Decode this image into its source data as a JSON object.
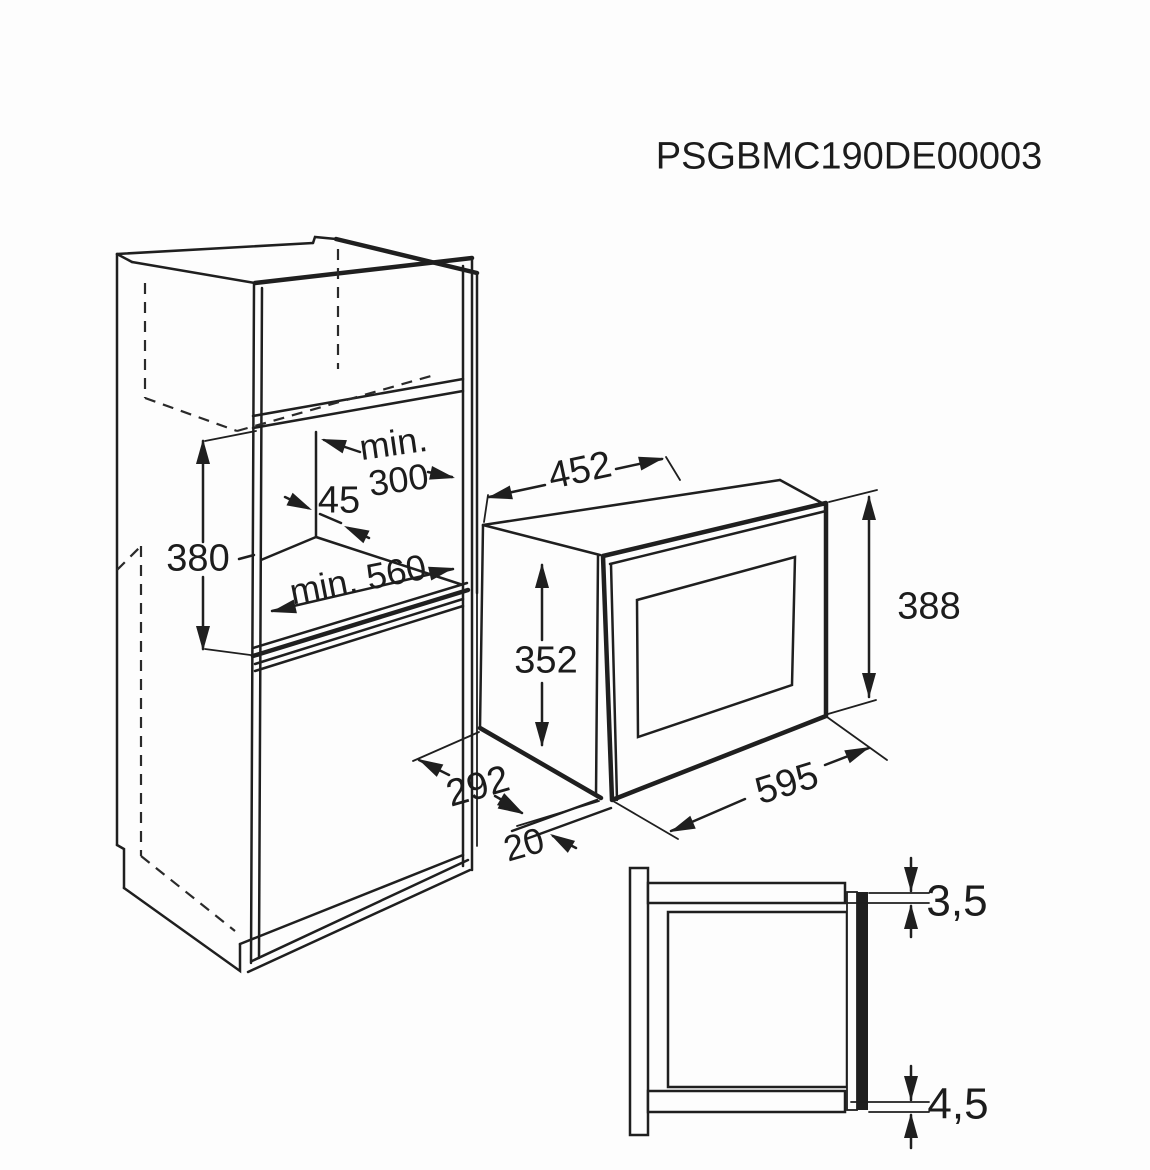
{
  "title": "PSGBMC190DE00003",
  "cabinet_dimensions": {
    "niche_min_line1": "min.",
    "niche_min_line2": "300",
    "rear_gap": "45",
    "niche_height": "380",
    "niche_min_depth": "min. 560"
  },
  "microwave_dimensions": {
    "body_depth_top": "452",
    "body_height": "352",
    "front_height": "388",
    "front_width": "595",
    "body_depth_bottom": "292",
    "front_clearance": "20"
  },
  "detail_dimensions": {
    "top_overlap": "3,5",
    "bottom_overlap": "4,5"
  }
}
